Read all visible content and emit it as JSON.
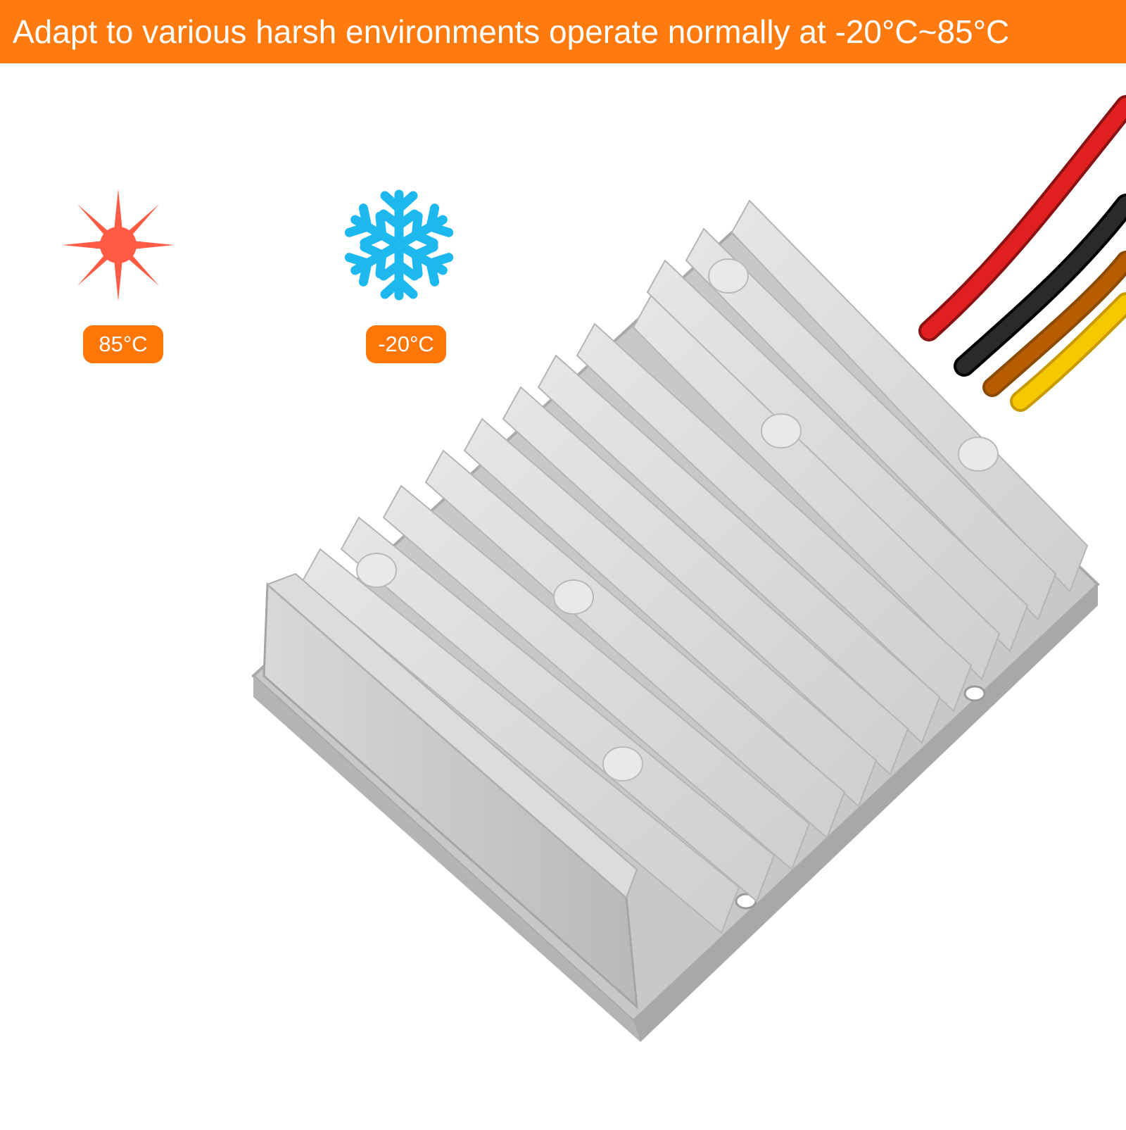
{
  "banner": {
    "text": "Adapt to various harsh environments operate normally at -20°C~85°C",
    "color": "#ff7a0f"
  },
  "hot": {
    "label": "85°C",
    "icon": "sun-icon",
    "color": "#ff5a44"
  },
  "cold": {
    "label": "-20°C",
    "icon": "snowflake-icon",
    "color": "#1cb8ee"
  },
  "product": {
    "icon": "aluminum-heatsink-converter",
    "wire_colors": [
      "#e02020",
      "#222222",
      "#f5c800"
    ]
  }
}
